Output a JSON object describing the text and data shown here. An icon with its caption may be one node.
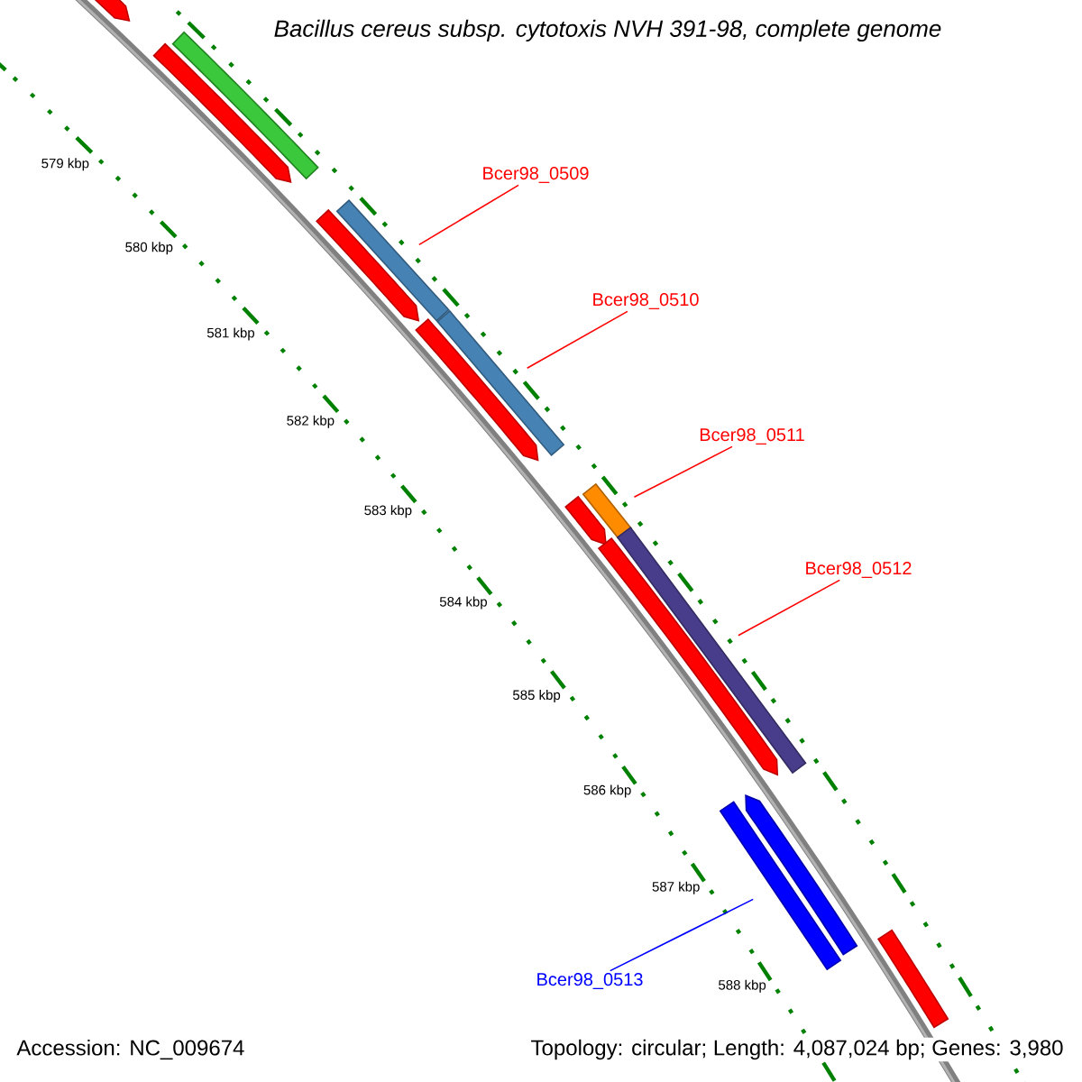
{
  "diagram": {
    "title": "Bacillus cereus subsp. cytotoxis NVH 391-98, complete genome",
    "nodes": [
      {
        "text": [
          "Bcer98_0509"
        ]
      },
      {
        "text": [],
        "shape": "bar"
      },
      {
        "text": [
          "Bcer98_0510"
        ]
      },
      {
        "text": [],
        "shape": "bar"
      },
      {
        "text": [
          "Bcer98_0511"
        ]
      },
      {
        "text": [],
        "shape": "bar"
      },
      {
        "text": [
          "Bcer98_0512"
        ]
      },
      {
        "text": [],
        "shape": "bar"
      },
      {
        "text": [
          "Bcer98_0513"
        ]
      },
      {
        "text": [],
        "shape": "bar"
      },
      {
        "text": [],
        "shape": "bar"
      },
      {
        "text": [],
        "shape": "bar"
      },
      {
        "text": [],
        "shape": "bar"
      },
      {
        "text": [],
        "shape": "bar"
      },
      {
        "text": [],
        "shape": "bar"
      },
      {
        "text": [],
        "shape": "bar"
      },
      {
        "text": [],
        "shape": "bar"
      },
      {
        "text": [],
        "shape": "bar"
      },
      {
        "text": [],
        "shape": "bar"
      }
    ],
    "edges": [
      {
        "from": 0,
        "to": 1,
        "arrow": "none"
      },
      {
        "from": 2,
        "to": 3,
        "arrow": "none"
      },
      {
        "from": 4,
        "to": 5,
        "arrow": "none"
      },
      {
        "from": 6,
        "to": 7,
        "arrow": "none"
      },
      {
        "from": 8,
        "to": 9,
        "arrow": "none",
        "color": "#0000ff"
      }
    ],
    "labels": [
      "579 kbp",
      "580 kbp",
      "581 kbp",
      "582 kbp",
      "583 kbp",
      "584 kbp",
      "585 kbp",
      "586 kbp",
      "587 kbp",
      "588 kbp",
      "Accession: NC_009674",
      "Topology: circular; Length: 4,087,024 bp; Genes: 3,980"
    ]
  }
}
